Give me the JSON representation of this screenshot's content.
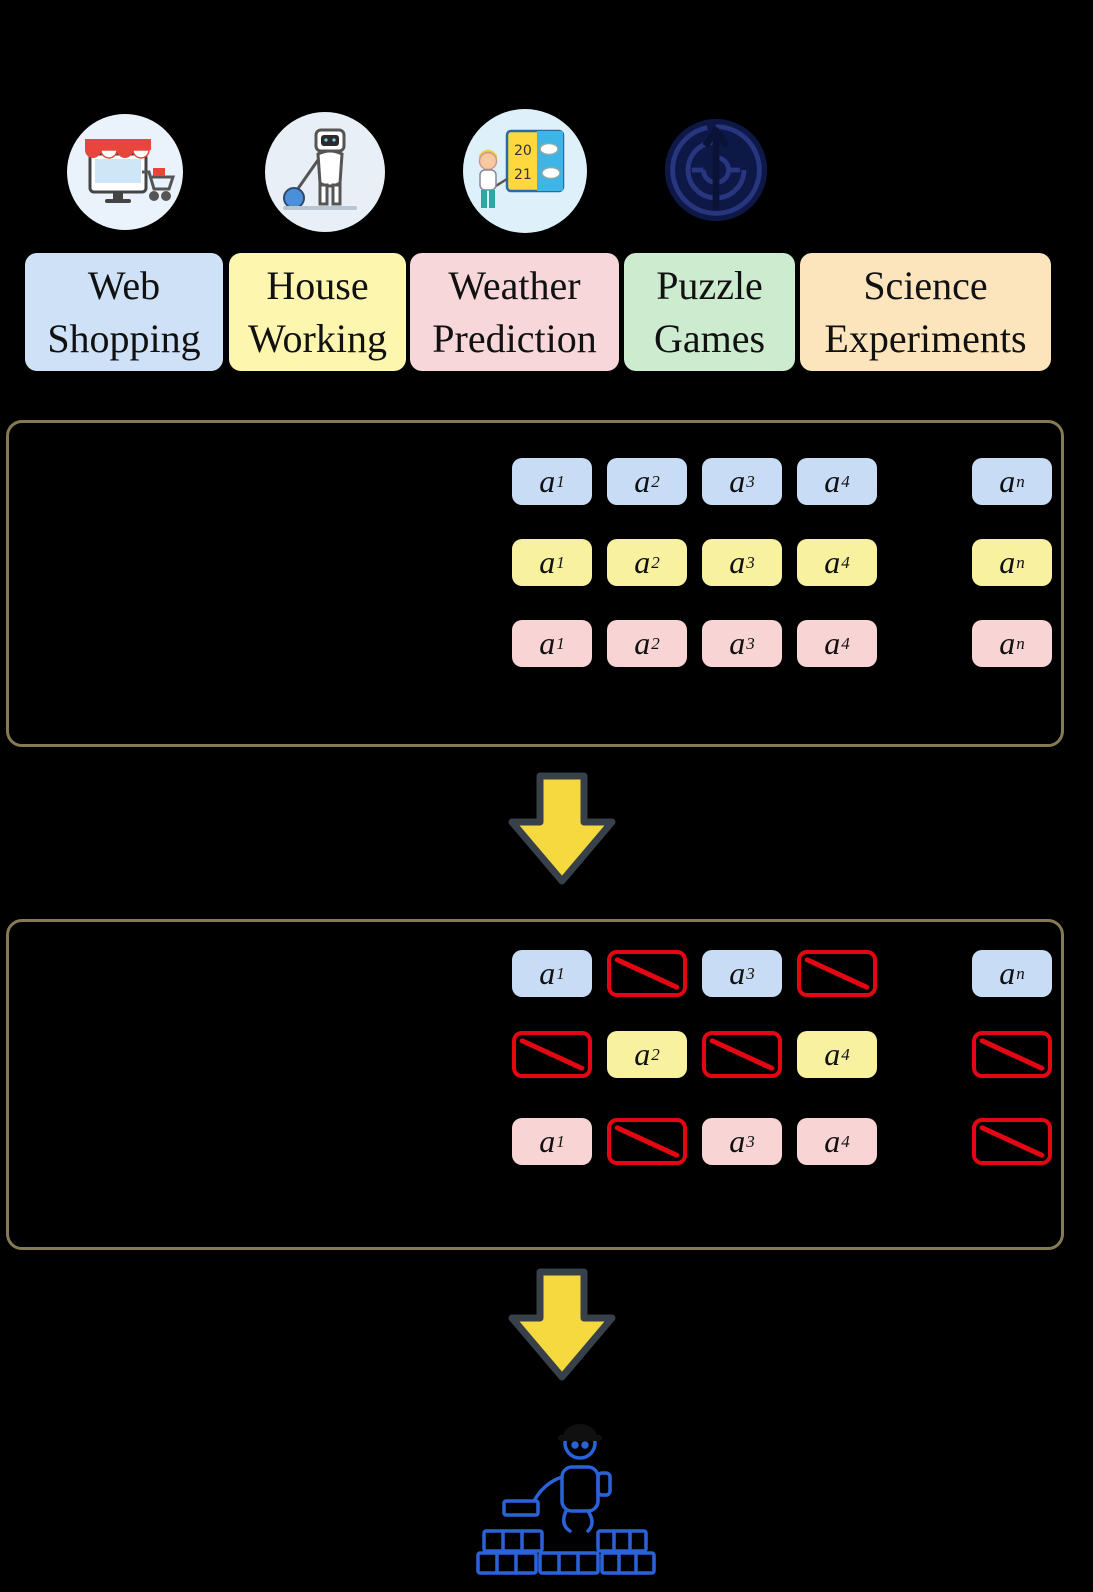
{
  "figure": {
    "background": "#000000",
    "box_border_color": "#857a55",
    "arrow_fill": "#f6d93f",
    "arrow_outline": "#38404a",
    "cross_color": "#e30613"
  },
  "icons": [
    "web-shopping-icon",
    "house-working-icon",
    "weather-prediction-icon",
    "puzzle-games-maze-icon",
    "builder-robot-icon"
  ],
  "categories": [
    {
      "id": "web-shopping",
      "lines": [
        "Web",
        "Shopping"
      ],
      "color": "#cfe1f7"
    },
    {
      "id": "house-working",
      "lines": [
        "House",
        "Working"
      ],
      "color": "#fcf6ae"
    },
    {
      "id": "weather-prediction",
      "lines": [
        "Weather",
        "Prediction"
      ],
      "color": "#f8d7da"
    },
    {
      "id": "puzzle-games",
      "lines": [
        "Puzzle",
        "Games"
      ],
      "color": "#cdeccf"
    },
    {
      "id": "science-experiments",
      "lines": [
        "Science",
        "Experiments"
      ],
      "color": "#fce5bd"
    }
  ],
  "chip_colors": {
    "blue": "#c9dcf5",
    "yellow": "#f8f1a0",
    "pink": "#f8d4d4"
  },
  "trajectories": {
    "rows": [
      {
        "color": "blue",
        "chips": [
          {
            "base": "a",
            "sub": "1"
          },
          {
            "base": "a",
            "sub": "2"
          },
          {
            "base": "a",
            "sub": "3"
          },
          {
            "base": "a",
            "sub": "4"
          },
          {
            "base": "a",
            "sub": "n"
          }
        ]
      },
      {
        "color": "yellow",
        "chips": [
          {
            "base": "a",
            "sub": "1"
          },
          {
            "base": "a",
            "sub": "2"
          },
          {
            "base": "a",
            "sub": "3"
          },
          {
            "base": "a",
            "sub": "4"
          },
          {
            "base": "a",
            "sub": "n"
          }
        ]
      },
      {
        "color": "pink",
        "chips": [
          {
            "base": "a",
            "sub": "1"
          },
          {
            "base": "a",
            "sub": "2"
          },
          {
            "base": "a",
            "sub": "3"
          },
          {
            "base": "a",
            "sub": "4"
          },
          {
            "base": "a",
            "sub": "n"
          }
        ]
      }
    ]
  },
  "filtered": {
    "rows": [
      {
        "color": "blue",
        "chips": [
          {
            "base": "a",
            "sub": "1"
          },
          {
            "crossed": true
          },
          {
            "base": "a",
            "sub": "3"
          },
          {
            "crossed": true
          },
          {
            "base": "a",
            "sub": "n"
          }
        ]
      },
      {
        "color": "yellow",
        "chips": [
          {
            "crossed": true
          },
          {
            "base": "a",
            "sub": "2"
          },
          {
            "crossed": true
          },
          {
            "base": "a",
            "sub": "4"
          },
          {
            "crossed": true
          }
        ]
      },
      {
        "color": "pink",
        "chips": [
          {
            "base": "a",
            "sub": "1"
          },
          {
            "crossed": true
          },
          {
            "base": "a",
            "sub": "3"
          },
          {
            "base": "a",
            "sub": "4"
          },
          {
            "crossed": true
          }
        ]
      }
    ]
  },
  "weather_board_values": [
    "20",
    "21"
  ]
}
